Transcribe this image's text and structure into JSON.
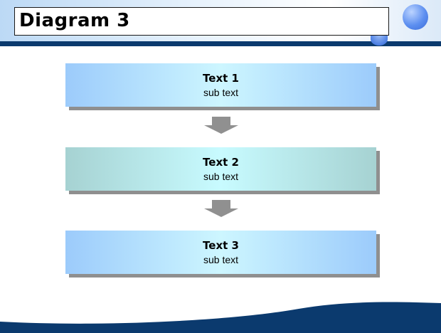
{
  "title": "Diagram 3",
  "steps": [
    {
      "title": "Text 1",
      "sub": "sub text"
    },
    {
      "title": "Text 2",
      "sub": "sub text"
    },
    {
      "title": "Text 3",
      "sub": "sub text"
    }
  ],
  "colors": {
    "header_bar": "#0b3a6e",
    "box_blue": "#9ccbfb",
    "box_teal": "#a6d2d2",
    "shadow": "#8f8f8f",
    "arrow": "#909090",
    "footer": "#0b3a6e"
  },
  "icons": [
    "circle-orb-icon",
    "down-arrow-icon"
  ]
}
